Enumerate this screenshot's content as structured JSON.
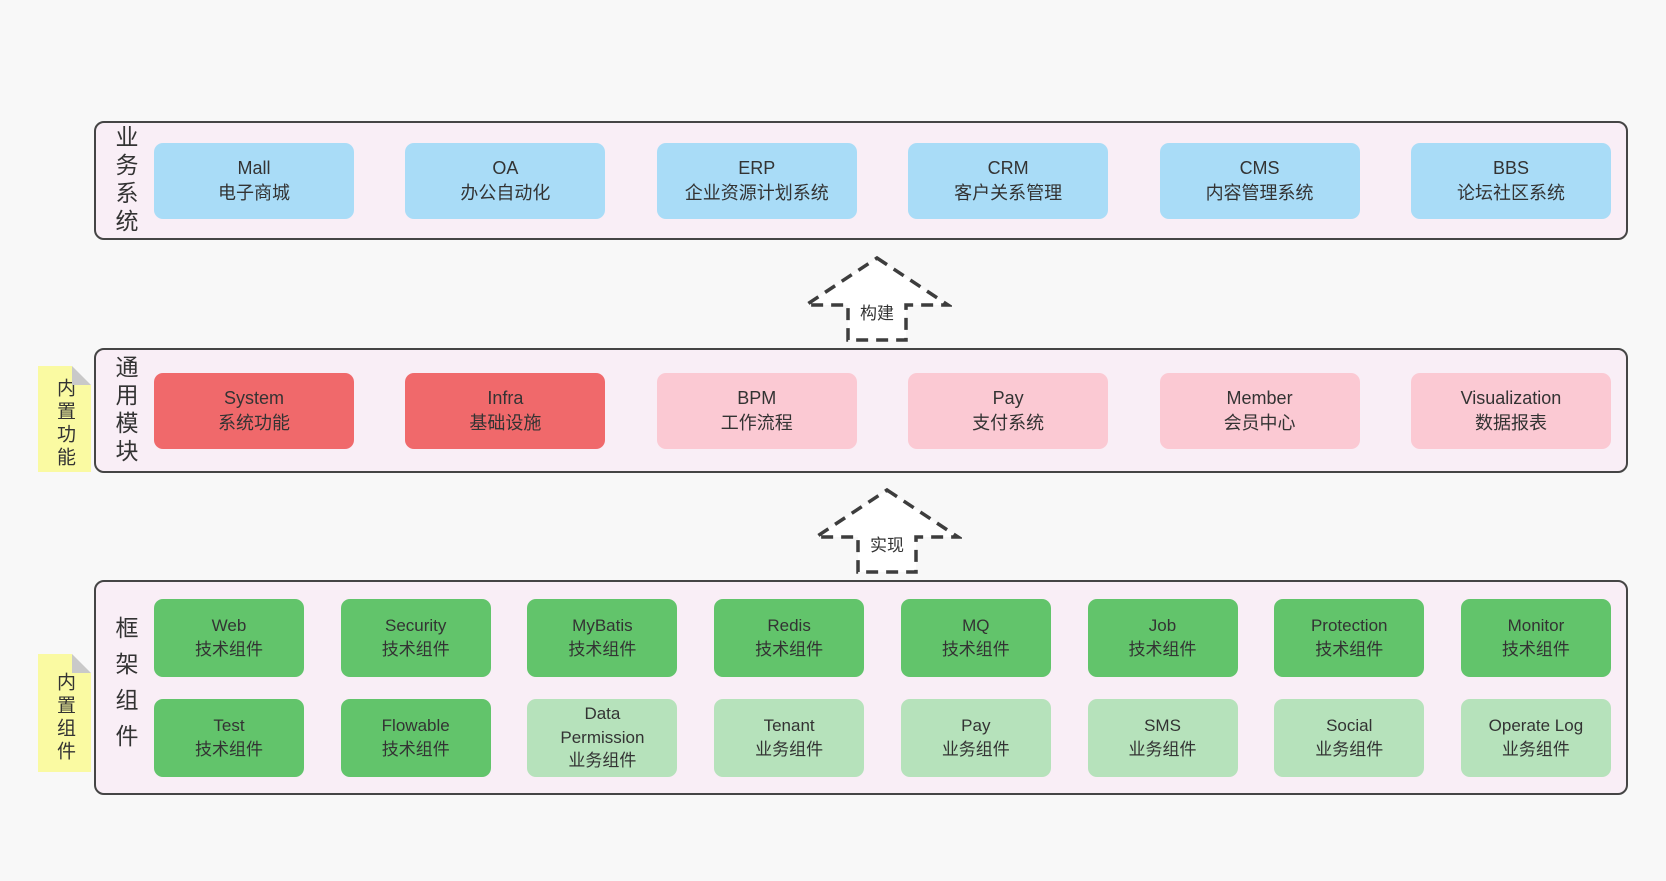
{
  "colors": {
    "page-bg": "#f8f8f8",
    "panel-bg": "#f9eef6",
    "panel-border": "#454545",
    "box-blue": "#a9dcf7",
    "box-red": "#f0696b",
    "box-pink": "#fbc9d3",
    "box-green": "#62c46b",
    "box-green-light": "#b6e2bb",
    "sticky-yellow": "#fafaa2",
    "sticky-fold": "#c9c9c9",
    "text": "#333333",
    "arrow-stroke": "#3d3d3d"
  },
  "arrows": {
    "build": {
      "label": "构建"
    },
    "implement": {
      "label": "实现"
    }
  },
  "sections": {
    "business": {
      "label": "业务系统",
      "items": [
        {
          "name": "Mall",
          "desc": "电子商城"
        },
        {
          "name": "OA",
          "desc": "办公自动化"
        },
        {
          "name": "ERP",
          "desc": "企业资源计划系统"
        },
        {
          "name": "CRM",
          "desc": "客户关系管理"
        },
        {
          "name": "CMS",
          "desc": "内容管理系统"
        },
        {
          "name": "BBS",
          "desc": "论坛社区系统"
        }
      ]
    },
    "modules": {
      "label": "通用模块",
      "sticky": "内置功能",
      "items": [
        {
          "name": "System",
          "desc": "系统功能"
        },
        {
          "name": "Infra",
          "desc": "基础设施"
        },
        {
          "name": "BPM",
          "desc": "工作流程"
        },
        {
          "name": "Pay",
          "desc": "支付系统"
        },
        {
          "name": "Member",
          "desc": "会员中心"
        },
        {
          "name": "Visualization",
          "desc": "数据报表"
        }
      ]
    },
    "components": {
      "label": "框架组件",
      "sticky": "内置组件",
      "row1": [
        {
          "name": "Web",
          "desc": "技术组件"
        },
        {
          "name": "Security",
          "desc": "技术组件"
        },
        {
          "name": "MyBatis",
          "desc": "技术组件"
        },
        {
          "name": "Redis",
          "desc": "技术组件"
        },
        {
          "name": "MQ",
          "desc": "技术组件"
        },
        {
          "name": "Job",
          "desc": "技术组件"
        },
        {
          "name": "Protection",
          "desc": "技术组件"
        },
        {
          "name": "Monitor",
          "desc": "技术组件"
        }
      ],
      "row2": [
        {
          "name": "Test",
          "desc": "技术组件"
        },
        {
          "name": "Flowable",
          "desc": "技术组件"
        },
        {
          "name": "Data Permission",
          "desc": "业务组件"
        },
        {
          "name": "Tenant",
          "desc": "业务组件"
        },
        {
          "name": "Pay",
          "desc": "业务组件"
        },
        {
          "name": "SMS",
          "desc": "业务组件"
        },
        {
          "name": "Social",
          "desc": "业务组件"
        },
        {
          "name": "Operate Log",
          "desc": "业务组件"
        }
      ]
    }
  }
}
